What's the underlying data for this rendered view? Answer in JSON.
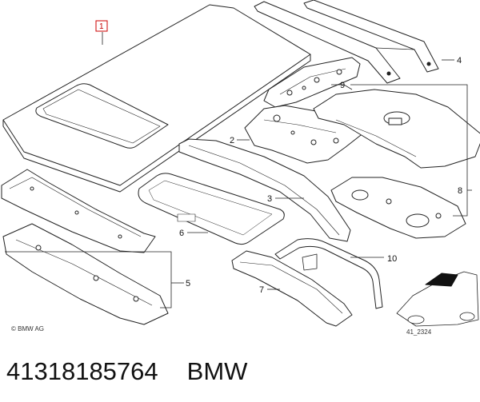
{
  "diagram": {
    "callouts": {
      "c1": "1",
      "c2": "2",
      "c3": "3",
      "c4": "4",
      "c5": "5",
      "c6": "6",
      "c7": "7",
      "c8": "8",
      "c9": "9",
      "c10": "10"
    },
    "copyright": "© BMW AG",
    "figure_code": "41_2324"
  },
  "caption": {
    "part_number": "41318185764",
    "brand": "BMW"
  },
  "colors": {
    "highlight_box": "#cc0000",
    "lines": "#222222"
  }
}
